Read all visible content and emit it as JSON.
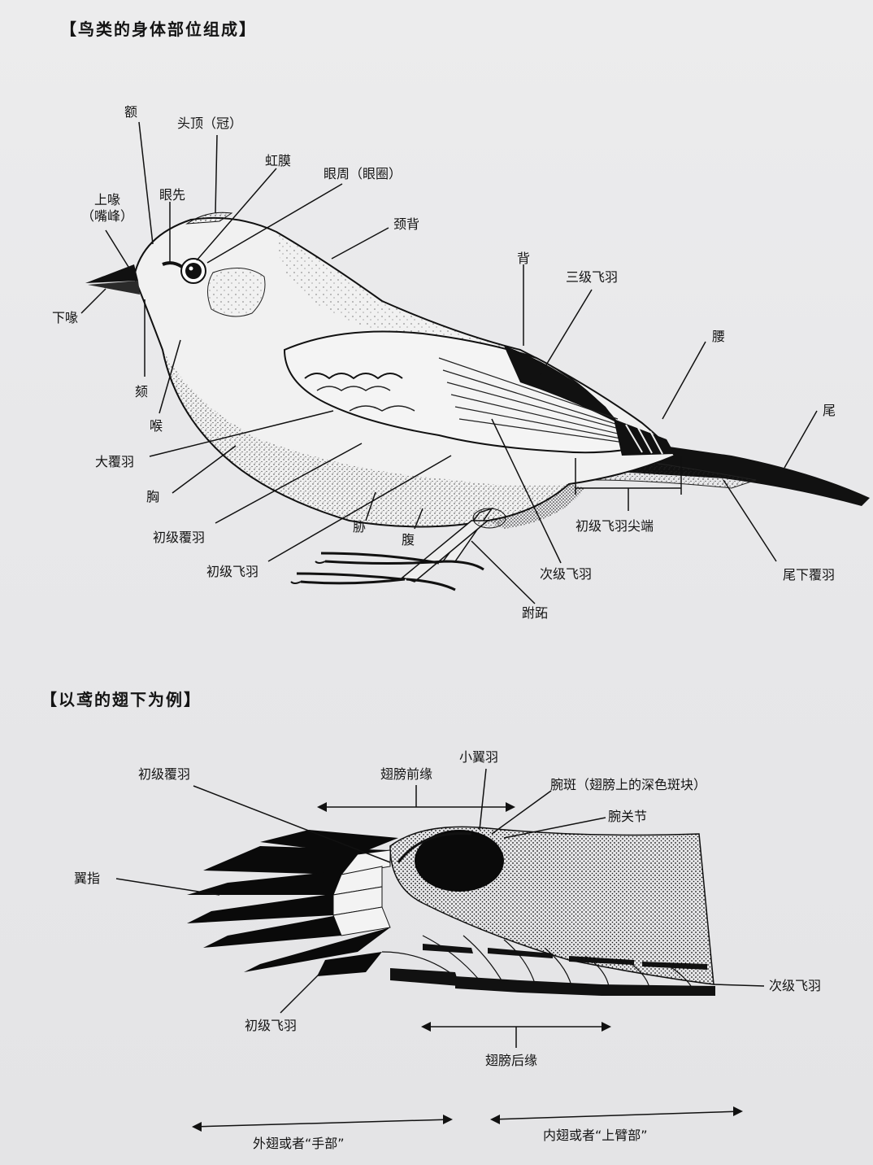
{
  "section1": {
    "heading": "【鸟类的身体部位组成】",
    "labels": {
      "forehead": "额",
      "crown": "头顶（冠）",
      "iris": "虹膜",
      "eye_ring": "眼周（眼圈）",
      "nape": "颈背",
      "upper_mandible_1": "上喙",
      "upper_mandible_2": "（嘴峰）",
      "lore": "眼先",
      "lower_mandible": "下喙",
      "chin": "颏",
      "throat": "喉",
      "back": "背",
      "tertials": "三级飞羽",
      "rump": "腰",
      "tail": "尾",
      "greater_coverts": "大覆羽",
      "breast": "胸",
      "primary_coverts": "初级覆羽",
      "primaries": "初级飞羽",
      "flank": "胁",
      "belly": "腹",
      "primary_tips": "初级飞羽尖端",
      "secondaries": "次级飞羽",
      "tarsus": "跗跖",
      "undertail_coverts": "尾下覆羽"
    }
  },
  "section2": {
    "heading": "【以鸢的翅下为例】",
    "labels": {
      "primary_coverts": "初级覆羽",
      "leading_edge": "翅膀前缘",
      "alula": "小翼羽",
      "carpal_patch": "腕斑（翅膀上的深色斑块）",
      "wrist": "腕关节",
      "finger": "翼指",
      "primaries": "初级飞羽",
      "secondaries": "次级飞羽",
      "trailing_edge": "翅膀后缘",
      "outer_wing": "外翅或者“手部”",
      "inner_wing": "内翅或者“上臂部”"
    }
  }
}
